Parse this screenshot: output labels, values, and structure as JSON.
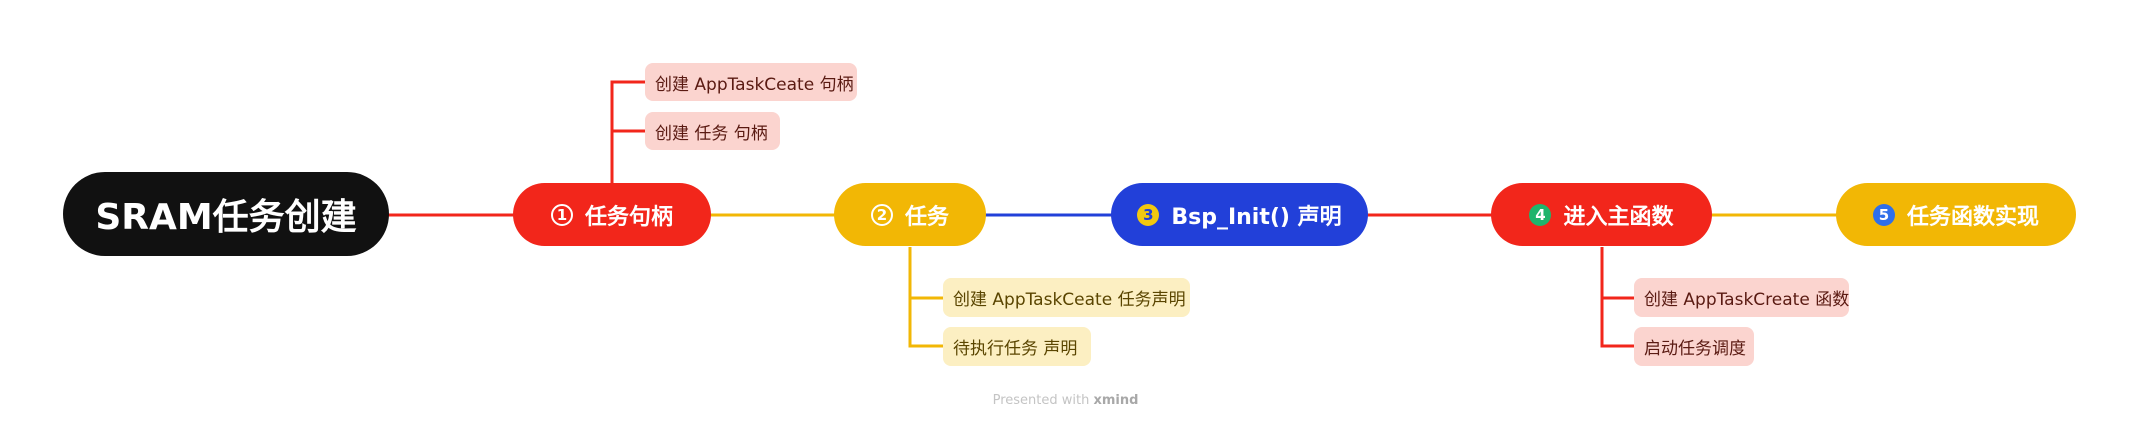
{
  "root": {
    "label": "SRAM任务创建",
    "color": "#111111"
  },
  "topics": [
    {
      "num": "1",
      "numStyle": "outline",
      "label": "任务句柄",
      "color": "#F2261B"
    },
    {
      "num": "2",
      "numStyle": "outline",
      "label": "任务",
      "color": "#F2B705"
    },
    {
      "num": "3",
      "numStyle": "filled-yellow",
      "label": "Bsp_Init() 声明",
      "color": "#2240D9"
    },
    {
      "num": "4",
      "numStyle": "filled-green",
      "label": "进入主函数",
      "color": "#F2261B"
    },
    {
      "num": "5",
      "numStyle": "filled-blue",
      "label": "任务函数实现",
      "color": "#F2B705"
    }
  ],
  "subtopics": {
    "topic1": [
      "创建 AppTaskCeate 句柄",
      "创建  任务  句柄"
    ],
    "topic2": [
      "创建 AppTaskCeate 任务声明",
      "待执行任务  声明"
    ],
    "topic4": [
      "创建 AppTaskCreate 函数",
      "启动任务调度"
    ]
  },
  "subtopic_colors": {
    "red_bg": "#FBD4CF",
    "red_text": "#5A1A12",
    "yellow_bg": "#FCEFC2",
    "yellow_text": "#5A4500"
  },
  "footer": {
    "prefix": "Presented with",
    "brand": "xmind"
  }
}
